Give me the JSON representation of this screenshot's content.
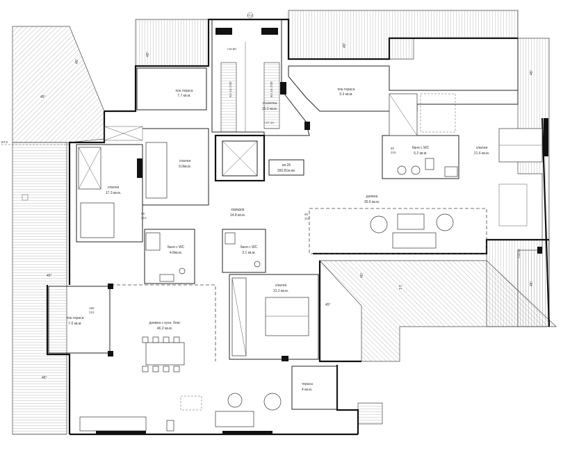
{
  "rooms": {
    "terrace_top_left": {
      "name": "пок.тераса",
      "area": "7.7 кв.м."
    },
    "terrace_top_right": {
      "name": "пок.тераса",
      "area": "9.3 кв.м."
    },
    "stairwell": {
      "name": "ст.клетка",
      "area": "15.2 кв.м."
    },
    "apartment": {
      "name": "ап.26",
      "area": "260.81м.кв."
    },
    "bedroom_small": {
      "name": "спалня",
      "area": "9.0кв.м."
    },
    "bedroom_left": {
      "name": "спалня",
      "area": "17.3 кв.м."
    },
    "corridor": {
      "name": "коридор",
      "area": "14.8 кв.м."
    },
    "bath_center": {
      "name": "баня с WC",
      "area": "3.1 кв.м."
    },
    "bath_left": {
      "name": "баня с WC",
      "area": "4.8кв.м."
    },
    "bath_right": {
      "name": "баня с WC",
      "area": "5.2 кв.м."
    },
    "bedroom_right": {
      "name": "спалня",
      "area": "21.6 кв.м."
    },
    "living_right": {
      "name": "дневна",
      "area": "30.6 кв.м."
    },
    "bedroom_center": {
      "name": "спалня",
      "area": "13.2 кв.м."
    },
    "terrace_left": {
      "name": "пок.тераса",
      "area": "7.0 кв.м."
    },
    "living_kitchen": {
      "name": "дневна с кухн. бокс",
      "area": "46.2 кв.м."
    },
    "terrace_bottom": {
      "name": "тераса",
      "area": "4 кв.м."
    }
  },
  "annotations": {
    "roof_slope": "45°",
    "stair_flight_1": "9ст.16.7/28",
    "stair_flight_2": "8ст.16.7/28",
    "level_top": "+15.80",
    "level_stair": "+17.14",
    "level_right": "+18.52",
    "elevation_mark": "BT.8",
    "stair_axis": "(Т3)",
    "slope_ratio": "1:1"
  },
  "door_tags": {
    "d80": "80",
    "d210": "210",
    "d90": "90",
    "d180": "180"
  }
}
